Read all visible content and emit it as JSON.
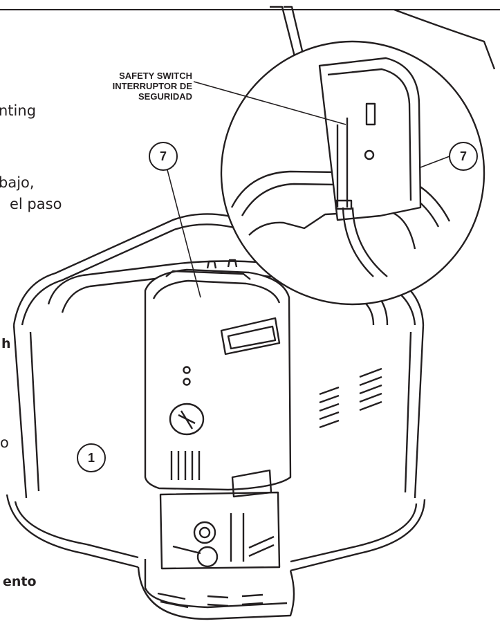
{
  "callout": {
    "line1": "SAFETY SWITCH",
    "line2": "INTERRUPTOR DE",
    "line3": "SEGURIDAD"
  },
  "numbers": {
    "base": "1",
    "control_left": "7",
    "control_right": "7"
  },
  "cut_text": {
    "t1": "nting",
    "t2": "bajo,",
    "t3": "el paso",
    "t4": "h",
    "t5": "o",
    "t6": "ento"
  },
  "colors": {
    "line": "#231f20",
    "background": "#ffffff"
  }
}
